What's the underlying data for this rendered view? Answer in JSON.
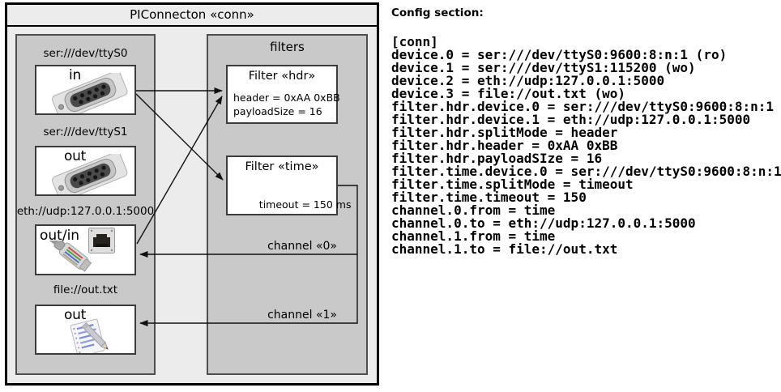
{
  "diagram": {
    "title": "PIConnecton «conn»",
    "filters_title": "filters",
    "devices": [
      {
        "label": "ser:///dev/ttyS0",
        "direction": "in"
      },
      {
        "label": "ser:///dev/ttyS1",
        "direction": "out"
      },
      {
        "label": "eth://udp:127.0.0.1:5000",
        "direction": "out/in"
      },
      {
        "label": "file://out.txt",
        "direction": "out"
      }
    ],
    "filters": [
      {
        "title": "Filter «hdr»",
        "properties": [
          "header = 0xAA 0xBB",
          "payloadSize = 16"
        ]
      },
      {
        "title": "Filter «time»",
        "properties": [
          "timeout = 150 ms"
        ]
      }
    ],
    "channels": [
      {
        "label": "channel «0»"
      },
      {
        "label": "channel «1»"
      }
    ]
  },
  "config": {
    "heading": "Config section:",
    "lines": [
      "[conn]",
      "device.0 = ser:///dev/ttyS0:9600:8:n:1 (ro)",
      "device.1 = ser:///dev/ttyS1:115200 (wo)",
      "device.2 = eth://udp:127.0.0.1:5000",
      "device.3 = file://out.txt (wo)",
      "filter.hdr.device.0 = ser:///dev/ttyS0:9600:8:n:1",
      "filter.hdr.device.1 = eth://udp:127.0.0.1:5000",
      "filter.hdr.splitMode = header",
      "filter.hdr.header = 0xAA 0xBB",
      "filter.hdr.payloadSIze = 16",
      "filter.time.device.0 = ser:///dev/ttyS0:9600:8:n:1",
      "filter.time.splitMode = timeout",
      "filter.time.timeout = 150",
      "channel.0.from = time",
      "channel.0.to = eth://udp:127.0.0.1:5000",
      "channel.1.from = time",
      "channel.1.to = file://out.txt"
    ]
  },
  "colors": {
    "outer_fill": "#ececec",
    "container_fill": "#c9c9c9",
    "border_dark": "#3c3c3c",
    "line": "#111111"
  }
}
